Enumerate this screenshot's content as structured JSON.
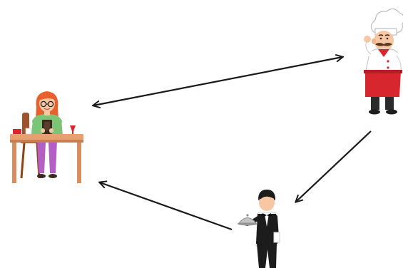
{
  "actors": [
    {
      "id": "customer",
      "role": "Customer seated at a dining table",
      "icon": "customer-icon"
    },
    {
      "id": "chef",
      "role": "Chef with toque and red apron",
      "icon": "chef-icon"
    },
    {
      "id": "waiter",
      "role": "Waiter carrying a cloche tray",
      "icon": "waiter-icon"
    }
  ],
  "flows": [
    {
      "from": "customer",
      "to": "chef",
      "style": "double-headed"
    },
    {
      "from": "chef",
      "to": "waiter",
      "style": "single-headed"
    },
    {
      "from": "waiter",
      "to": "customer",
      "style": "single-headed"
    }
  ],
  "colors": {
    "arrow": "#1a1a1a",
    "customer_hair": "#e8612c",
    "customer_shirt": "#7cc576",
    "customer_pants": "#b45fc4",
    "table": "#e8a070",
    "chef_apron": "#d7262e",
    "waiter_vest": "#1c1c1c",
    "skin": "#f7c7a3"
  }
}
